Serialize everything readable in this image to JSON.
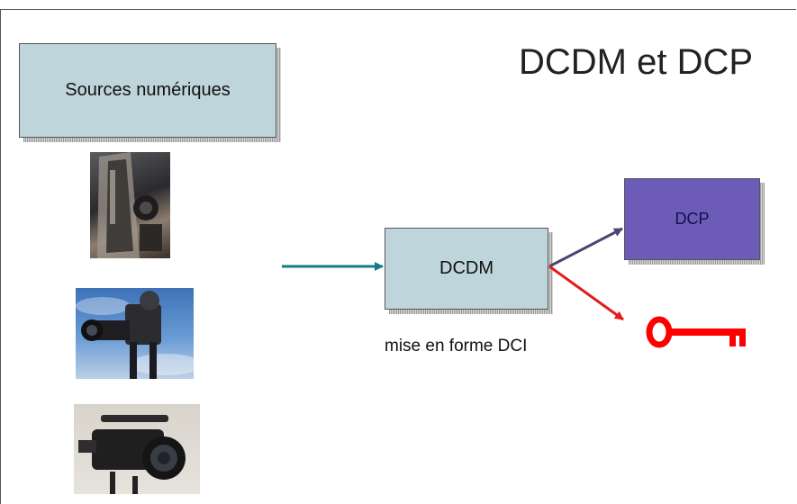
{
  "title": "DCDM et DCP",
  "sources_box": {
    "label": "Sources numériques"
  },
  "dcdm_box": {
    "label": "DCDM"
  },
  "dcp_box": {
    "label": "DCP"
  },
  "caption": "mise en forme DCI",
  "colors": {
    "box_fill": "#bfd5dc",
    "dcp_fill": "#6c5bb7",
    "input_arrow": "#127c86",
    "dcp_arrow": "#4a4673",
    "key_arrow": "#e31b1b",
    "key": "#ff0000"
  },
  "icons": [
    "film-scanner-photo",
    "cinema-camera-photo",
    "camcorder-photo",
    "key-icon"
  ]
}
